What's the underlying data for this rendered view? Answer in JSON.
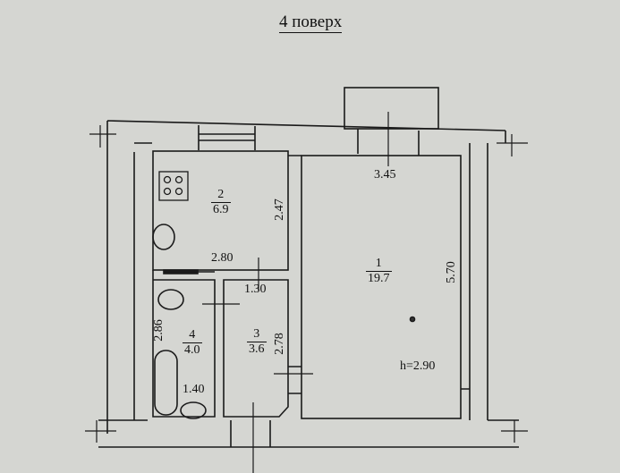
{
  "title": "4 поверх",
  "rooms": [
    {
      "number": "1",
      "area": "19.7"
    },
    {
      "number": "2",
      "area": "6.9"
    },
    {
      "number": "3",
      "area": "3.6"
    },
    {
      "number": "4",
      "area": "4.0"
    }
  ],
  "dimensions": {
    "room1_width": "3.45",
    "room1_length": "5.70",
    "kitchen_width": "2.80",
    "kitchen_length": "2.47",
    "corridor_width": "1.30",
    "corridor_length": "2.78",
    "bath_length": "2.86",
    "bath_width": "1.40"
  },
  "ceiling_height": "h=2.90"
}
